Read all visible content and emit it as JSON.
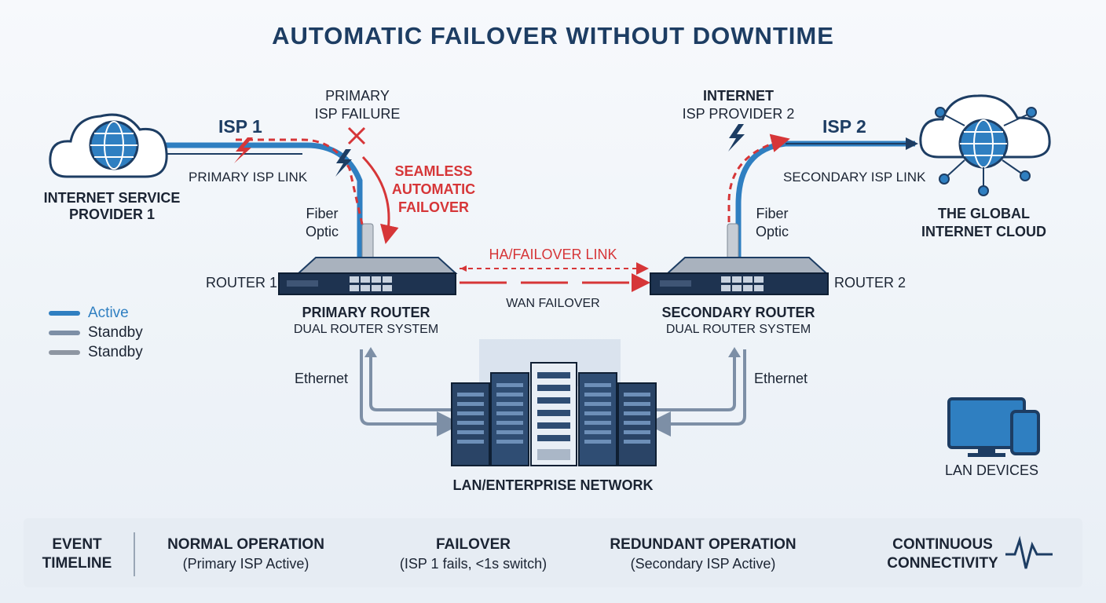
{
  "title": "AUTOMATIC FAILOVER WITHOUT DOWNTIME",
  "isp1": {
    "tag": "ISP 1",
    "name_line1": "INTERNET SERVICE",
    "name_line2": "PROVIDER 1",
    "link_label": "PRIMARY ISP LINK",
    "fiber_line1": "Fiber",
    "fiber_line2": "Optic"
  },
  "failure": {
    "line1": "PRIMARY",
    "line2": "ISP FAILURE"
  },
  "failover_note": {
    "line1": "SEAMLESS",
    "line2": "AUTOMATIC",
    "line3": "FAILOVER"
  },
  "isp2": {
    "tag": "ISP 2",
    "name_line1": "INTERNET",
    "name_line2": "ISP PROVIDER 2",
    "link_label": "SECONDARY ISP LINK",
    "fiber_line1": "Fiber",
    "fiber_line2": "Optic"
  },
  "cloud": {
    "line1": "THE GLOBAL",
    "line2": "INTERNET CLOUD"
  },
  "router1": {
    "side_label": "ROUTER 1",
    "title": "PRIMARY ROUTER",
    "subtitle": "DUAL ROUTER SYSTEM"
  },
  "router2": {
    "side_label": "ROUTER 2",
    "title": "SECONDARY ROUTER",
    "subtitle": "DUAL ROUTER SYSTEM"
  },
  "ha_link": "HA/FAILOVER LINK",
  "wan_failover": "WAN FAILOVER",
  "ethernet_left": "Ethernet",
  "ethernet_right": "Ethernet",
  "lan_label": "LAN/ENTERPRISE NETWORK",
  "lan_devices": "LAN DEVICES",
  "legend": [
    {
      "label": "Active",
      "color": "#2f7fc1"
    },
    {
      "label": "Standby",
      "color": "#7d8fa6"
    },
    {
      "label": "Standby",
      "color": "#8e96a2"
    }
  ],
  "timeline": {
    "heading_line1": "EVENT",
    "heading_line2": "TIMELINE",
    "steps": [
      {
        "title": "NORMAL OPERATION",
        "detail": "(Primary ISP Active)"
      },
      {
        "title": "FAILOVER",
        "detail": "(ISP 1 fails, <1s switch)"
      },
      {
        "title": "REDUNDANT OPERATION",
        "detail": "(Secondary ISP Active)"
      },
      {
        "title": "CONTINUOUS",
        "detail": "CONNECTIVITY"
      }
    ]
  },
  "colors": {
    "active": "#2f7fc1",
    "failure": "#d63638",
    "dark": "#1d3d63",
    "standby": "#7d8fa6"
  },
  "icons": [
    "cloud-globe-icon",
    "cloud-network-icon",
    "router-icon",
    "server-rack-icon",
    "lightning-icon",
    "fail-x-icon",
    "monitor-icon",
    "phone-icon",
    "heartbeat-icon"
  ]
}
